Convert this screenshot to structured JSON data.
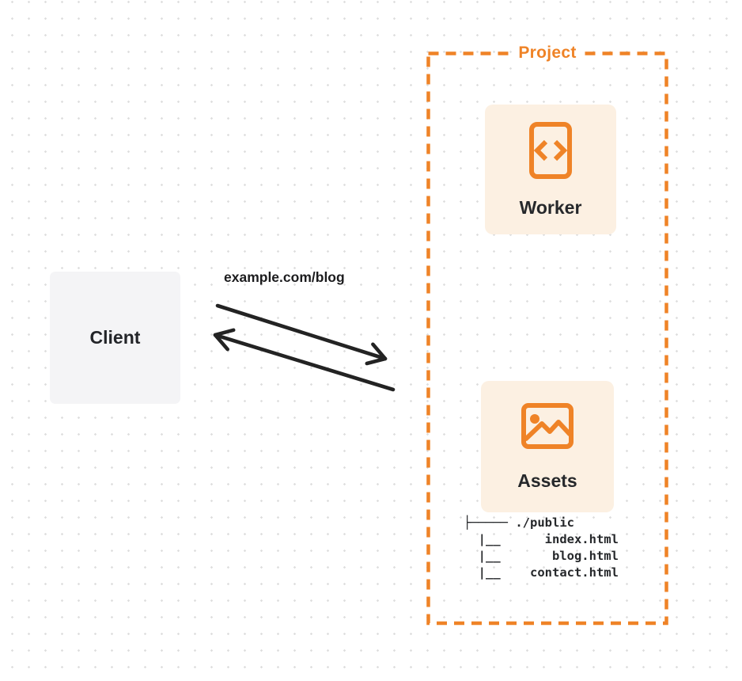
{
  "client": {
    "label": "Client"
  },
  "request": {
    "url_label": "example.com/blog"
  },
  "project": {
    "label": "Project",
    "worker": {
      "label": "Worker",
      "icon": "code-file-icon"
    },
    "assets": {
      "label": "Assets",
      "icon": "image-icon",
      "file_tree": [
        "├───── ./public",
        "  |__      index.html",
        "  |__       blog.html",
        "  |__    contact.html"
      ]
    }
  },
  "colors": {
    "accent_orange": "#ef8327",
    "card_background": "#fcf0e2",
    "client_background": "#f4f4f6",
    "text_dark": "#26282b",
    "arrow": "#232323",
    "dot_grid": "#dfdfdf",
    "page_background": "#ffffff"
  }
}
